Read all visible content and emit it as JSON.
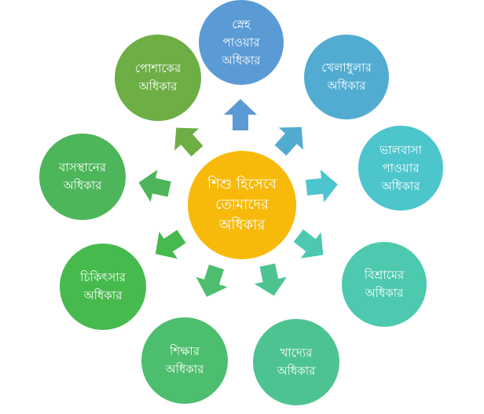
{
  "diagram": {
    "center": {
      "label": "শিশু হিসেবে\nতোমাদের\nঅধিকার",
      "color": "#F7BA0B"
    },
    "nodes": [
      {
        "id": "love-care",
        "label": "স্নেহ\nপাওয়ার\nঅধিকার",
        "color": "#5B9BD5"
      },
      {
        "id": "play",
        "label": "খেলাধুলার\nঅধিকার",
        "color": "#52ACD1"
      },
      {
        "id": "affection",
        "label": "ভালবাসা\nপাওয়ার\nঅধিকার",
        "color": "#4DC5CC"
      },
      {
        "id": "rest",
        "label": "বিশ্রামের\nঅধিকার",
        "color": "#4CC9AE"
      },
      {
        "id": "food",
        "label": "খাদ্যের\nঅধিকার",
        "color": "#4EC392"
      },
      {
        "id": "education",
        "label": "শিক্ষার\nঅধিকার",
        "color": "#4DBE6E"
      },
      {
        "id": "health",
        "label": "চিকিৎসার\nঅধিকার",
        "color": "#47BA4E"
      },
      {
        "id": "shelter",
        "label": "বাসস্থানের\nঅধিকার",
        "color": "#4DB55A"
      },
      {
        "id": "clothing",
        "label": "পোশাকের\nঅধিকার",
        "color": "#6DAE45"
      }
    ],
    "arrow_colors": [
      "#5B9BD5",
      "#52ACD1",
      "#4DC5CC",
      "#4CC9AE",
      "#4EC392",
      "#4DBE6E",
      "#47BA4E",
      "#4DB55A",
      "#6DAE45"
    ]
  }
}
